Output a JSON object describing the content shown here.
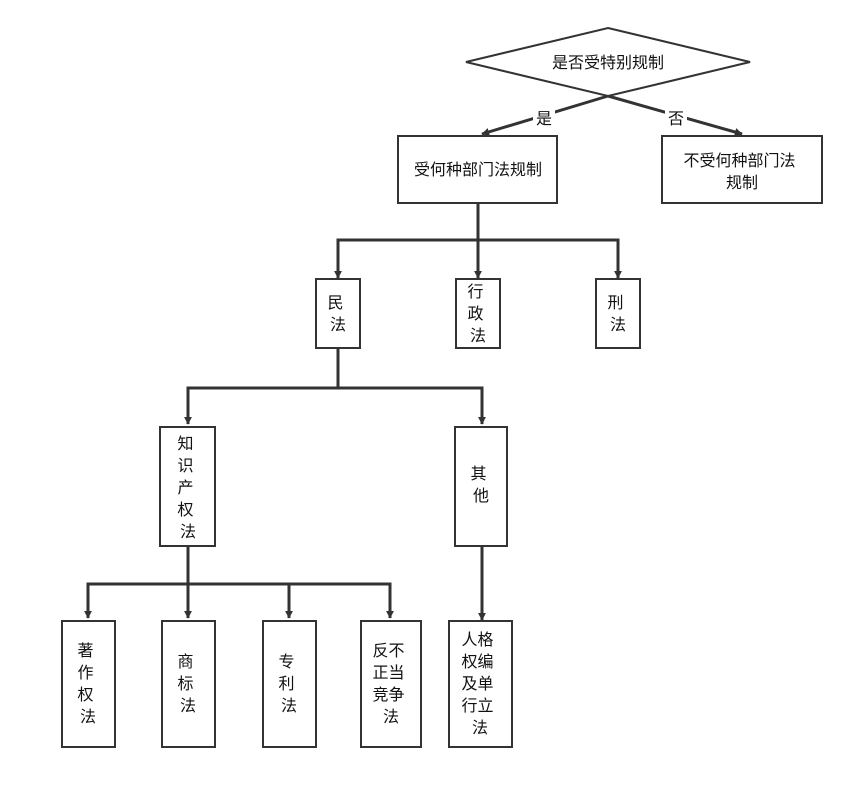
{
  "diagram": {
    "decision": {
      "label": "是否受特别规制"
    },
    "edge_labels": {
      "yes": "是",
      "no": "否"
    },
    "nodes": {
      "regulated_by": [
        "受何种部门法规制"
      ],
      "not_regulated": [
        "不受何种部门法",
        "规制"
      ],
      "civil_law": [
        "民",
        "法"
      ],
      "administrative_law": [
        "行",
        "政",
        "法"
      ],
      "criminal_law": [
        "刑",
        "法"
      ],
      "ip_law": [
        "知",
        "识",
        "产",
        "权",
        "法"
      ],
      "other": [
        "其",
        "他"
      ],
      "copyright_law": [
        "著",
        "作",
        "权",
        "法"
      ],
      "trademark_law": [
        "商",
        "标",
        "法"
      ],
      "patent_law": [
        "专",
        "利",
        "法"
      ],
      "unfair_competition_law": [
        "反不",
        "正当",
        "竞争",
        "法"
      ],
      "personality_rights": [
        "人格",
        "权编",
        "及单",
        "行立",
        "法"
      ]
    }
  }
}
